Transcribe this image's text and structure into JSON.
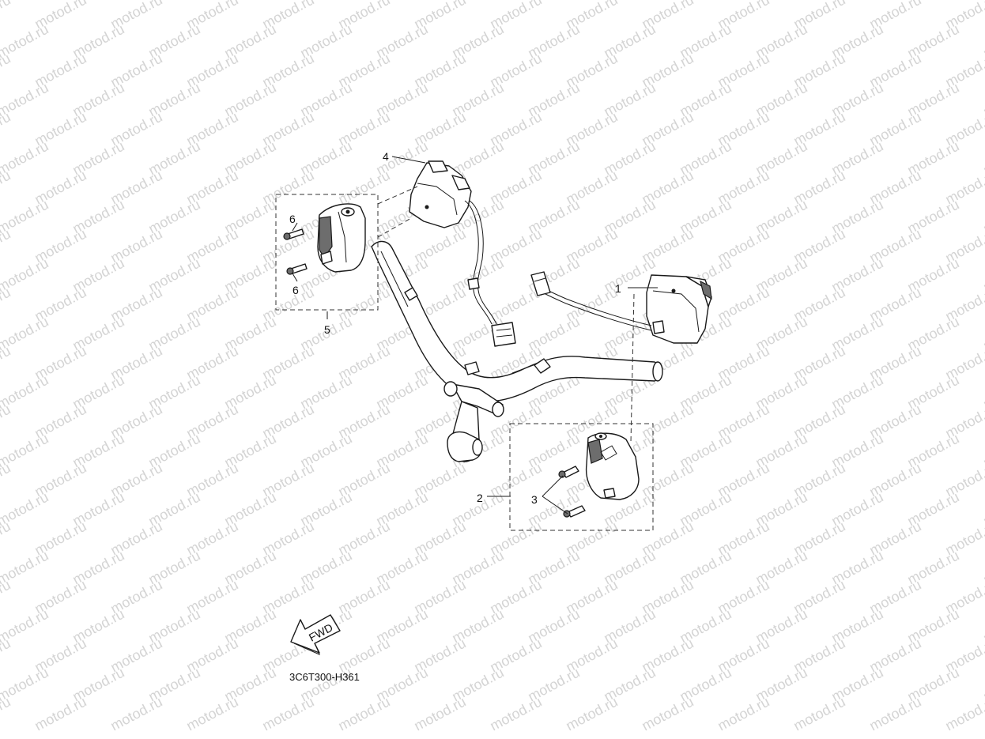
{
  "watermark": {
    "text": "motod.ru"
  },
  "callouts": {
    "c1": "1",
    "c2": "2",
    "c3": "3",
    "c4": "4",
    "c5": "5",
    "c6a": "6",
    "c6b": "6"
  },
  "fwd_label": "FWD",
  "diagram_code": "3C6T300-H361"
}
